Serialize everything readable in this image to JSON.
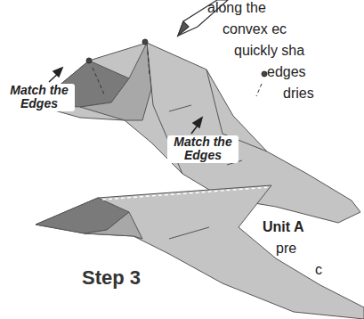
{
  "diagram": {
    "labels": [
      "along the",
      "convex ec",
      "quickly sha",
      "edges",
      "dries",
      "Match the Edges",
      "Match the Edges",
      "Step 3",
      "Unit A",
      "pre",
      "c"
    ]
  }
}
